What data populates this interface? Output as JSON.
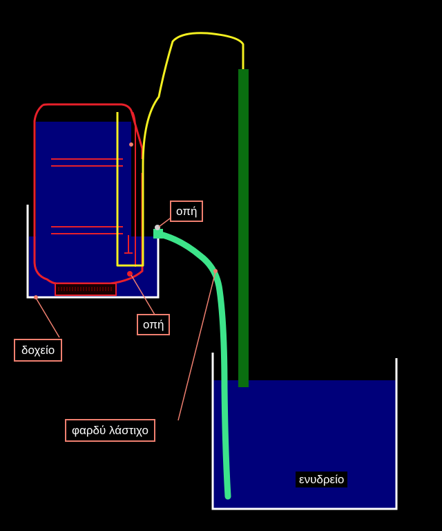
{
  "labels": {
    "hole_top": "οπή",
    "hole_bottom": "οπή",
    "container": "δοχείο",
    "wide_hose": "φαρδύ λάστιχο",
    "aquarium": "ενυδρείο"
  },
  "colors": {
    "background": "#000000",
    "water": "#00007a",
    "vessel_outline": "#e8202a",
    "yellow_tube": "#f4f020",
    "green_pipe": "#0a6e10",
    "hose": "#3de48a",
    "container_outline": "#ffffff",
    "leader_line": "#f08070"
  }
}
